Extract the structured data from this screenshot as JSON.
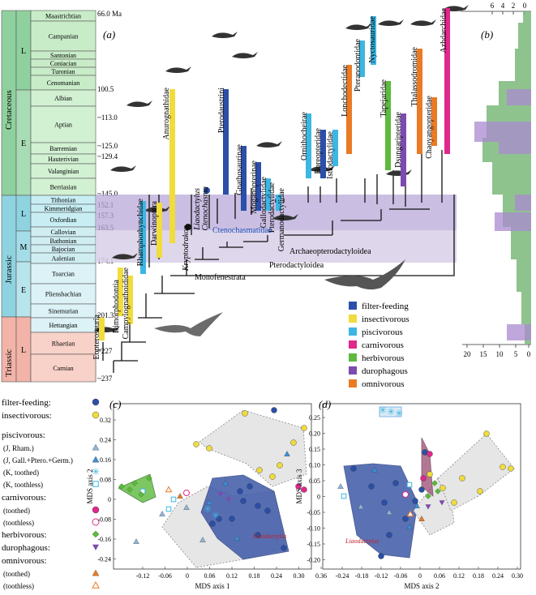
{
  "panel_labels": {
    "a": "(a)",
    "b": "(b)",
    "c": "(c)",
    "d": "(d)"
  },
  "timescale": {
    "periods": [
      {
        "name": "Cretaceous",
        "color": "#8fd19e"
      },
      {
        "name": "Jurassic",
        "color": "#8fd3e0"
      },
      {
        "name": "Triassic",
        "color": "#f2b3a8"
      }
    ],
    "epochs": [
      "L",
      "E",
      "L",
      "M",
      "E",
      "L"
    ],
    "stages": [
      "Maastrichtian",
      "Campanian",
      "Santonian",
      "Coniacian",
      "Turonian",
      "Cenomanian",
      "Albian",
      "Aptian",
      "Barremian",
      "Hauterivian",
      "Valanginian",
      "Berriasian",
      "Tithonian",
      "Kimmeridgian",
      "Oxfordian",
      "Callovian",
      "Bathonian",
      "Bajocian",
      "Aalenian",
      "Toarcian",
      "Pliensbachian",
      "Sinemurian",
      "Hettangian",
      "Rhaetian",
      "Norian",
      "Carnian"
    ],
    "ages": [
      "66.0 Ma",
      "100.5",
      "~113.0",
      "~125.0",
      "~129.4",
      "~145.0",
      "152.1",
      "157.3",
      "163.5",
      "174.1",
      "201.3",
      "~227",
      "~237"
    ]
  },
  "taxa": [
    "Eopterosauria",
    "Dimorphodontia",
    "Campylognathoididae",
    "Rhamphorhynchidae",
    "Darwinoptera",
    "Anurognathidae",
    "Kryptodrakon",
    "Liaodactylus",
    "Ctenochasma",
    "Pterodaustrini",
    "Gnathosaurinae",
    "Moganopterinae",
    "Gallodactylidae",
    "Pterodactylidae",
    "Germanodactylidae",
    "Ornithocheirae",
    "Boreopteridae",
    "Istiodactylidae",
    "Lonchodectidae",
    "Pteranodontidae",
    "Nyctosauridae",
    "Tapejaridae",
    "Dsungaripteridae",
    "Thalassodromidae",
    "Chaoyangopteridae",
    "Azhdarchidae"
  ],
  "clades": [
    "Ctenochasmatidae",
    "Archaeopterodactyloidea",
    "Pterodactyloidea",
    "Monofenestrata"
  ],
  "legend": [
    {
      "label": "filter-feeding",
      "color": "#2b4fa8"
    },
    {
      "label": "insectivorous",
      "color": "#f0dc3c"
    },
    {
      "label": "piscivorous",
      "color": "#3cb6e2"
    },
    {
      "label": "carnivorous",
      "color": "#e0288c"
    },
    {
      "label": "herbivorous",
      "color": "#5cba3c"
    },
    {
      "label": "durophagous",
      "color": "#7b4cae"
    },
    {
      "label": "omnivorous",
      "color": "#ea7a24"
    }
  ],
  "diet_key": {
    "filter": "filter-feeding:",
    "insect": "insectivorous:",
    "pisc": "piscivorous:",
    "pisc_sub": [
      "(J, Rham.)",
      "(J, Gall.+Ptero.+Germ.)",
      "(K, toothed)",
      "(K, toothless)"
    ],
    "carn": "carnivorous:",
    "carn_sub": [
      "(toothed)",
      "(toothless)"
    ],
    "herb": "herbivorous:",
    "duro": "durophagous:",
    "omni": "omnivorous:",
    "omni_sub": [
      "(toothed)",
      "(toothless)"
    ]
  },
  "hist_b": {
    "top_ticks": [
      "6",
      "4",
      "2",
      "0"
    ],
    "bottom_ticks": [
      "20",
      "15",
      "10",
      "5",
      "0"
    ]
  },
  "plot_c": {
    "xlabel": "MDS axis 1",
    "ylabel": "MDS axis 2",
    "xticks": [
      "-0.12",
      "-0.06",
      "0",
      "0.06",
      "0.12",
      "0.18",
      "0.24",
      "0.30",
      "0.36"
    ],
    "yticks": [
      "0.32",
      "0.24",
      "0.16",
      "0.08",
      "0",
      "-0.08",
      "-0.16",
      "-0.24"
    ],
    "annotation": "Liaodactylus"
  },
  "plot_d": {
    "xlabel": "MDS axis 2",
    "ylabel": "MDS axis 3",
    "xticks": [
      "-0.24",
      "-0.18",
      "-0.12",
      "-0.06",
      "0",
      "0.06",
      "0.12",
      "0.18",
      "0.24",
      "0.30"
    ],
    "yticks": [
      "0.25",
      "0.20",
      "0.15",
      "0.10",
      "0.05",
      "0",
      "-0.05",
      "-0.10",
      "-0.15",
      "-0.20"
    ],
    "annotation": "Liaodactylus"
  },
  "colors": {
    "filter": "#2b4fa8",
    "insect": "#f0dc3c",
    "pisc": "#3cb6e2",
    "carn": "#e0288c",
    "herb": "#5cba3c",
    "duro": "#7b4cae",
    "omni": "#ea7a24",
    "band": "#b8a8d8"
  }
}
